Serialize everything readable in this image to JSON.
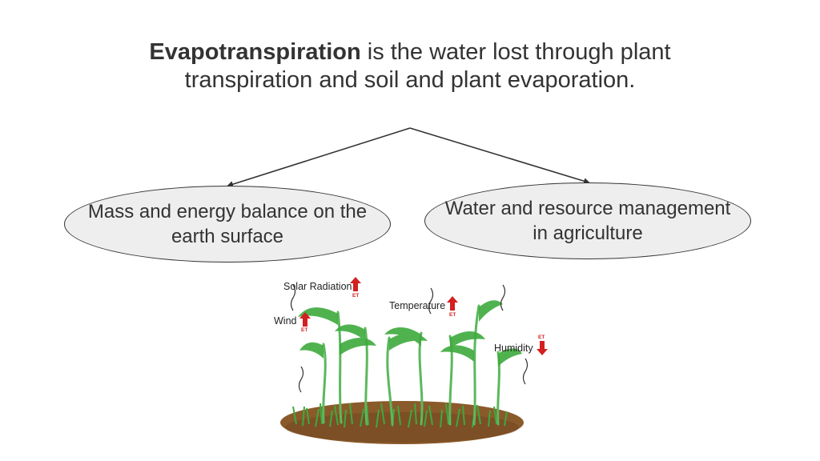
{
  "headline": {
    "bold": "Evapotranspiration",
    "rest": " is the water lost through plant transpiration and soil and plant evaporation."
  },
  "nodes": {
    "left": "Mass and energy balance on the earth surface",
    "right": "Water and resource management in agriculture"
  },
  "illustration": {
    "factors": [
      {
        "label": "Solar Radiation",
        "et": "ET",
        "direction": "up"
      },
      {
        "label": "Temperature",
        "et": "ET",
        "direction": "up"
      },
      {
        "label": "Wind",
        "et": "ET",
        "direction": "up"
      },
      {
        "label": "Humidity",
        "et": "ET",
        "direction": "down"
      }
    ]
  },
  "colors": {
    "text": "#333333",
    "node_fill": "#eeeeee",
    "arrow_red": "#d32020",
    "soil": "#8b5a2b",
    "leaf": "#3daa3d"
  }
}
